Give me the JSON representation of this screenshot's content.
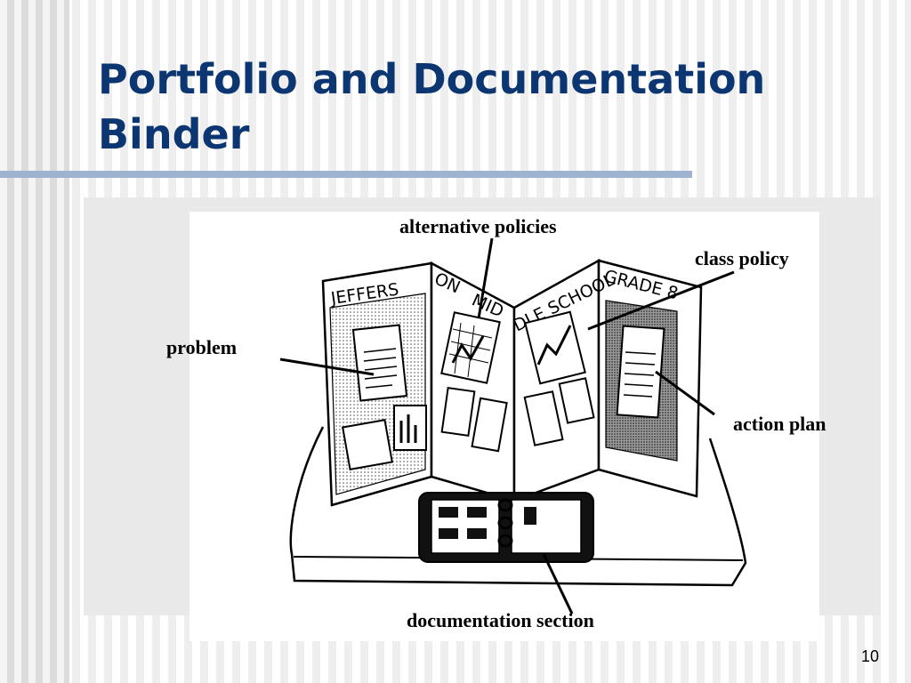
{
  "slide": {
    "title": "Portfolio and Documentation\nBinder",
    "page_number": "10"
  },
  "figure": {
    "labels": {
      "alternative_policies": "alternative policies",
      "class_policy": "class policy",
      "problem": "problem",
      "action_plan": "action plan",
      "documentation_section": "documentation section"
    },
    "board_banner": [
      "JEFFERS",
      "ON",
      "MID",
      "DLE SCHOOL",
      "GRADE 8"
    ]
  }
}
